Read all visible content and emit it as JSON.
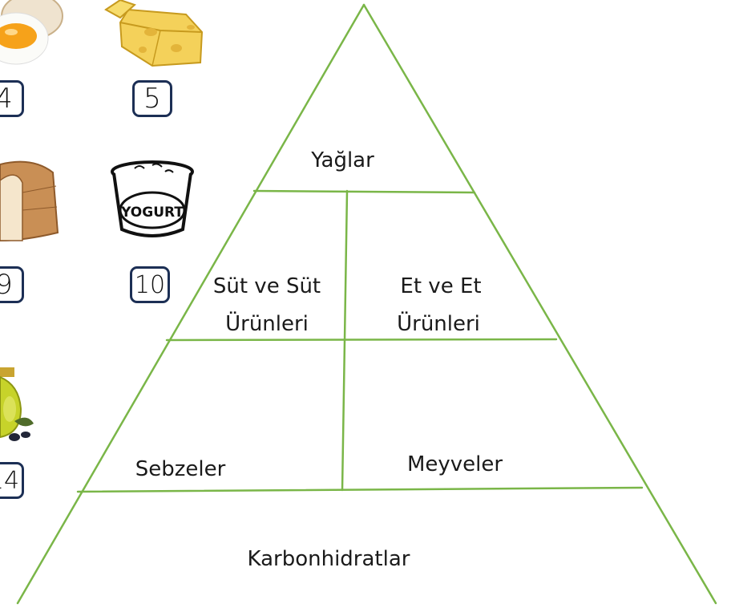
{
  "food_numbers": [
    "4",
    "5",
    "9",
    "10",
    "14"
  ],
  "yogurt_text": "YOGURT",
  "pyramid": {
    "top": "Yağlar",
    "dairy_line1": "Süt ve Süt",
    "dairy_line2": "Ürünleri",
    "meat_line1": "Et ve Et",
    "meat_line2": "Ürünleri",
    "vegetables": "Sebzeler",
    "fruits": "Meyveler",
    "base": "Karbonhidratlar"
  },
  "colors": {
    "pyramid_line": "#7ab648",
    "number_border": "#1c2f55"
  }
}
